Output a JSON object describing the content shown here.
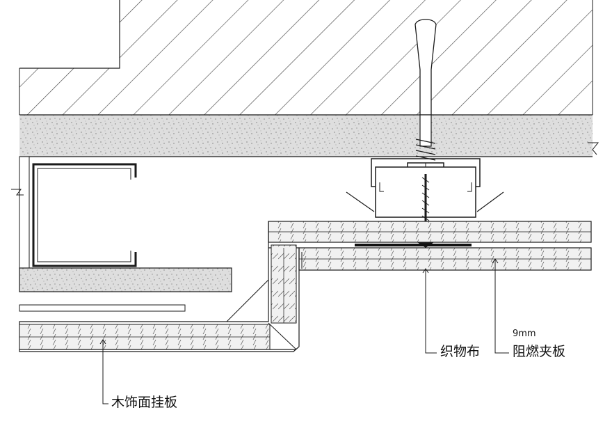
{
  "labels": {
    "fabric": "织物布",
    "panel_thickness": "9mm",
    "panel": "阻燃夹板",
    "wood_panel": "木饰面挂板"
  },
  "colors": {
    "line": "#1a1a1a",
    "hatch": "#4a4a4a",
    "concrete": "#d2d2d2",
    "panel_fill": "#e2e2e2",
    "background": "#ffffff"
  }
}
